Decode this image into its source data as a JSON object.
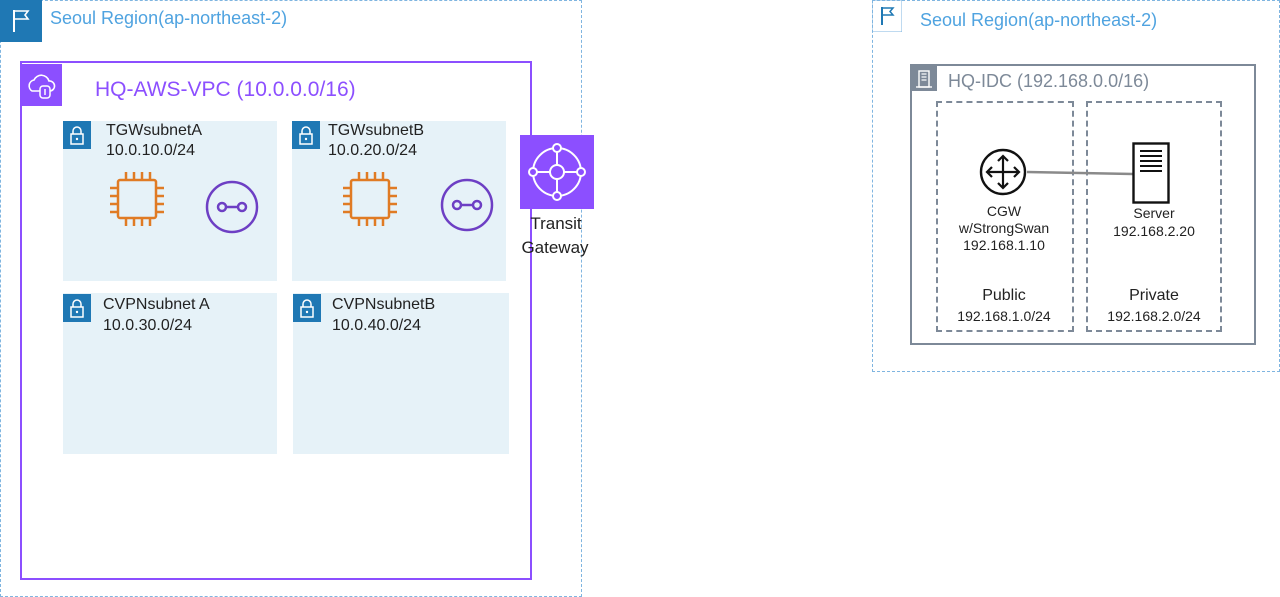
{
  "regions": [
    {
      "title": "Seoul Region(ap-northeast-2)",
      "icon": "region-flag-icon"
    },
    {
      "title": "Seoul Region(ap-northeast-2)",
      "icon": "region-flag-icon"
    }
  ],
  "vpc": {
    "title": "HQ-AWS-VPC (10.0.0.0/16)",
    "icon": "vpc-cloud-icon",
    "color": "#8c4fff"
  },
  "subnets": [
    {
      "name": "TGWsubnetA",
      "cidr": "10.0.10.0/24"
    },
    {
      "name": "TGWsubnetB",
      "cidr": "10.0.20.0/24"
    },
    {
      "name": "CVPNsubnet A",
      "cidr": "10.0.30.0/24"
    },
    {
      "name": "CVPNsubnetB",
      "cidr": "10.0.40.0/24"
    }
  ],
  "transit_gateway": {
    "line1": "Transit",
    "line2": "Gateway",
    "icon": "transit-gateway-icon"
  },
  "idc": {
    "title": "HQ-IDC (192.168.0.0/16)",
    "icon": "corporate-datacenter-icon",
    "public": {
      "label": "Public",
      "cidr": "192.168.1.0/24"
    },
    "private": {
      "label": "Private",
      "cidr": "192.168.2.0/24"
    },
    "cgw": {
      "line1": "CGW",
      "line2": "w/StrongSwan",
      "ip": "192.168.1.10",
      "icon": "router-icon"
    },
    "server": {
      "label": "Server",
      "ip": "192.168.2.20",
      "icon": "server-icon"
    }
  },
  "colors": {
    "region": "#4fa3e0",
    "vpc": "#8c4fff",
    "ec2": "#e07b24",
    "idc": "#7d8998",
    "subnet_bg": "#e6f2f8"
  }
}
